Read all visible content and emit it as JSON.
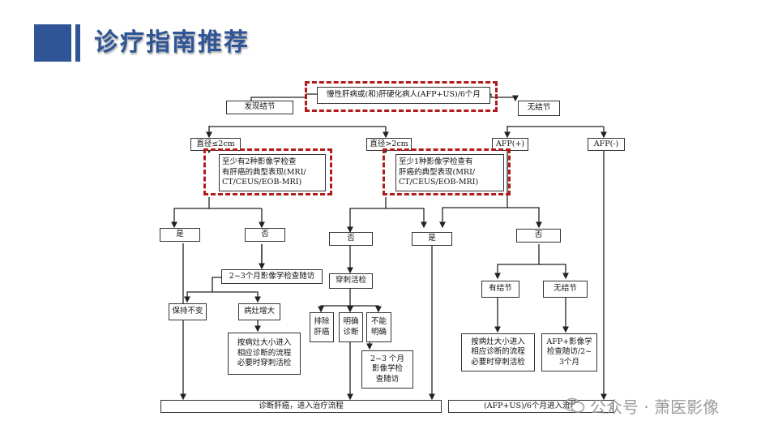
{
  "header": {
    "title": "诊疗指南推荐"
  },
  "diagram": {
    "nodes": {
      "root": "慢性肝病或(和)肝硬化病人(AFP+US)/6个月",
      "found": "发现结节",
      "no_nodule": "无结节",
      "d_small": "直径≤2cm",
      "d_large": "直径>2cm",
      "afp_pos": "AFP(+)",
      "afp_neg": "AFP(-)",
      "img_two": "至少有2种影像学检查\n有肝癌的典型表现(MRI/\nCT/CEUS/EOB-MRI)",
      "img_one": "至少1种影像学检查有\n肝癌的典型表现(MRI/\nCT/CEUS/EOB-MRI)",
      "yes1": "是",
      "no1": "否",
      "no2": "否",
      "yes2": "是",
      "no3": "否",
      "followup_23": "2~3个月影像学检查随访",
      "biopsy": "穿刺活检",
      "stable": "保持不变",
      "enlarge": "病灶增大",
      "exclude": "排除\n肝癌",
      "confirm": "明确\n诊断",
      "unclear": "不能\n明确",
      "by_size_left": "按病灶大小进入\n相应诊断的流程\n必要时穿刺活检",
      "followup_23b": "2~3 个月\n影像学检\n查随访",
      "has_nodule": "有结节",
      "no_nodule2": "无结节",
      "by_size_right": "按病灶大小进入\n相应诊断的流程\n必要时穿刺活检",
      "afp_img": "AFP+影像学\n检查随访/2~\n3个月",
      "diagnosis": "诊断肝癌，进入治疗流程",
      "monitor": "(AFP+US)/6个月进入流程"
    }
  },
  "watermark": {
    "text": "公众号 · 萧医影像"
  }
}
